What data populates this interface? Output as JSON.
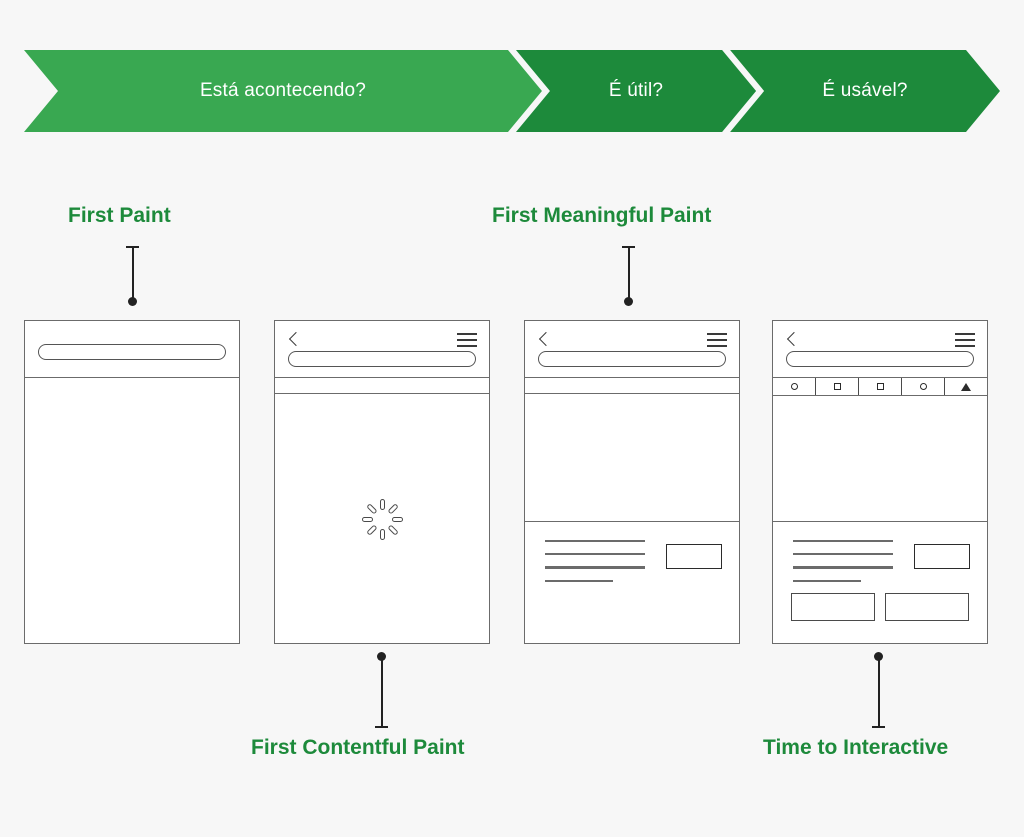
{
  "banner": {
    "steps": [
      {
        "label": "Está acontecendo?",
        "color": "#39a851"
      },
      {
        "label": "É útil?",
        "color": "#1d8a3b"
      },
      {
        "label": "É usável?",
        "color": "#1d8a3b"
      }
    ]
  },
  "callouts": [
    {
      "label": "First Paint",
      "position": "above",
      "color": "#1d8a3b"
    },
    {
      "label": "First Meaningful Paint",
      "position": "above",
      "color": "#1d8a3b"
    },
    {
      "label": "First Contentful Paint",
      "position": "below",
      "color": "#1d8a3b"
    },
    {
      "label": "Time to Interactive",
      "position": "below",
      "color": "#1d8a3b"
    }
  ],
  "phones": [
    {
      "name": "first-paint-frame",
      "has_back": false,
      "has_menu": false,
      "has_url_bar": true,
      "has_strip": false,
      "has_toolbar": false,
      "has_spinner": false,
      "has_text_block": false,
      "has_bottom_boxes": false
    },
    {
      "name": "first-contentful-paint-frame",
      "has_back": true,
      "has_menu": true,
      "has_url_bar": true,
      "has_strip": true,
      "has_toolbar": false,
      "has_spinner": true,
      "has_text_block": false,
      "has_bottom_boxes": false
    },
    {
      "name": "first-meaningful-paint-frame",
      "has_back": true,
      "has_menu": true,
      "has_url_bar": true,
      "has_strip": true,
      "has_toolbar": false,
      "has_spinner": false,
      "has_text_block": true,
      "has_bottom_boxes": false
    },
    {
      "name": "time-to-interactive-frame",
      "has_back": true,
      "has_menu": true,
      "has_url_bar": true,
      "has_strip": false,
      "has_toolbar": true,
      "has_spinner": false,
      "has_text_block": true,
      "has_bottom_boxes": true
    }
  ],
  "toolbar_icons": [
    "circle",
    "square",
    "square",
    "circle",
    "triangle"
  ],
  "background_color": "#f7f7f7",
  "wireframe_stroke": "#6b6b6b"
}
